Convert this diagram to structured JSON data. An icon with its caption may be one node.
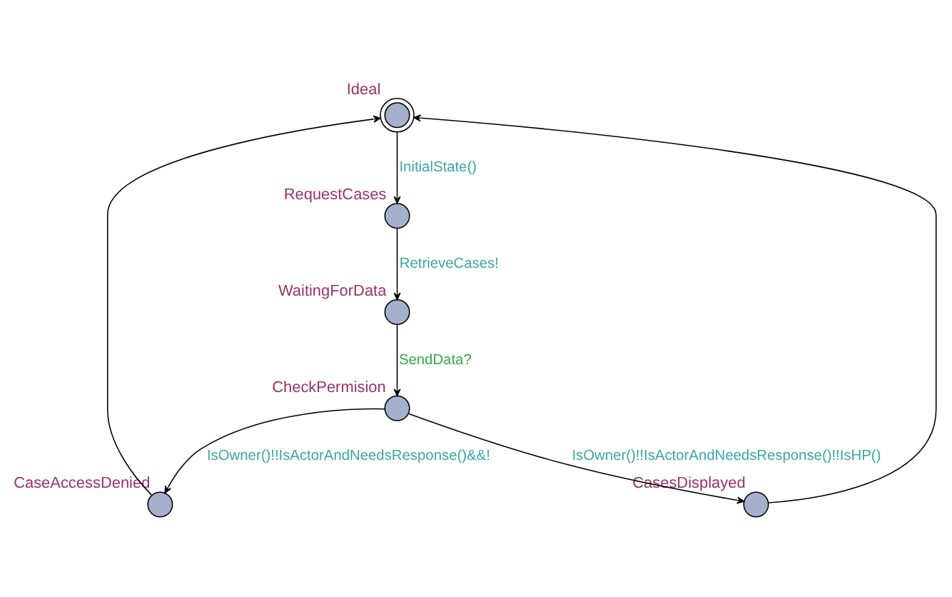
{
  "diagram": {
    "nodes": [
      {
        "text": [
          "Ideal"
        ]
      },
      {
        "text": [
          "RequestCases"
        ]
      },
      {
        "text": [
          "WaitingForData"
        ]
      },
      {
        "text": [
          "CheckPermision"
        ]
      },
      {
        "text": [
          "CaseAccessDenied"
        ]
      },
      {
        "text": [
          "CasesDisplayed"
        ]
      }
    ],
    "edges": [
      {
        "from": 0,
        "to": 1,
        "arrow": "to",
        "label": "InitialState()"
      },
      {
        "from": 1,
        "to": 2,
        "arrow": "to",
        "label": "RetrieveCases!"
      },
      {
        "from": 2,
        "to": 3,
        "arrow": "to",
        "label": "SendData?"
      },
      {
        "from": 3,
        "to": 4,
        "arrow": "to",
        "label": "IsOwner()!!IsActorAndNeedsResponse()&&!"
      },
      {
        "from": 3,
        "to": 5,
        "arrow": "to",
        "label": "IsOwner()!!IsActorAndNeedsResponse()!!IsHP()"
      },
      {
        "from": 5,
        "to": 0,
        "arrow": "to"
      },
      {
        "from": 4,
        "to": 0,
        "arrow": "to"
      }
    ]
  }
}
